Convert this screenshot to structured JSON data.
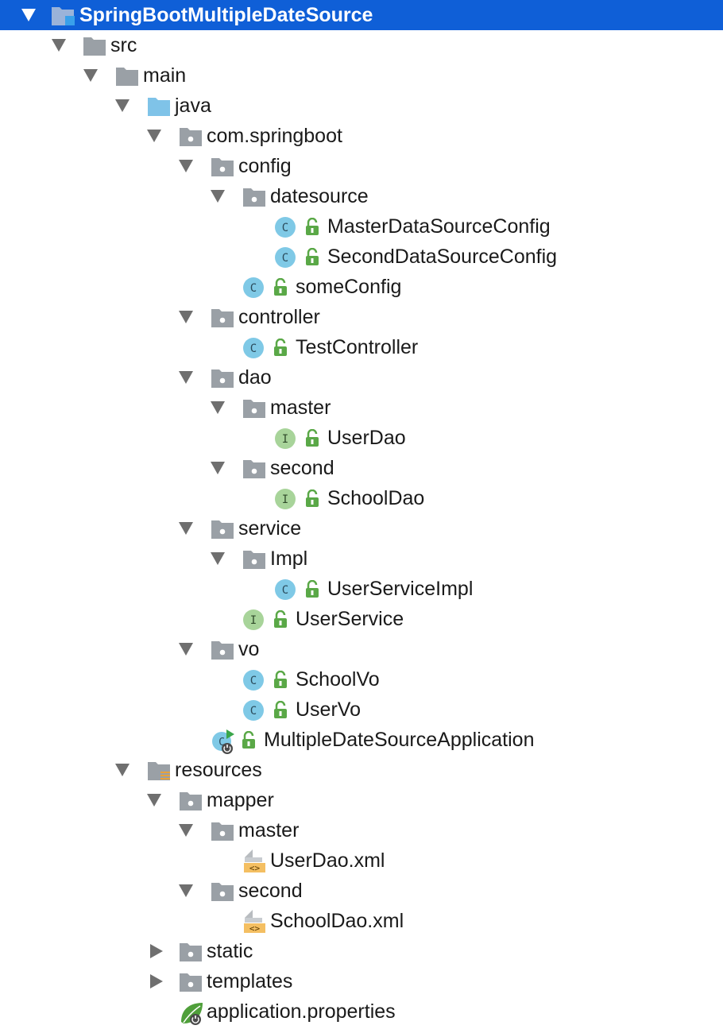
{
  "tree": {
    "root": "SpringBootMultipleDateSource",
    "src": "src",
    "main": "main",
    "java": "java",
    "pkg": "com.springboot",
    "config": "config",
    "datesource": "datesource",
    "master_ds": "MasterDataSourceConfig",
    "second_ds": "SecondDataSourceConfig",
    "some_config": "someConfig",
    "controller": "controller",
    "test_controller": "TestController",
    "dao": "dao",
    "dao_master": "master",
    "user_dao": "UserDao",
    "dao_second": "second",
    "school_dao": "SchoolDao",
    "service": "service",
    "impl": "Impl",
    "user_service_impl": "UserServiceImpl",
    "user_service": "UserService",
    "vo": "vo",
    "school_vo": "SchoolVo",
    "user_vo": "UserVo",
    "app": "MultipleDateSourceApplication",
    "resources": "resources",
    "mapper": "mapper",
    "mapper_master": "master",
    "user_dao_xml": "UserDao.xml",
    "mapper_second": "second",
    "school_dao_xml": "SchoolDao.xml",
    "static": "static",
    "templates": "templates",
    "app_props": "application.properties"
  },
  "icons": {
    "class_letter": "C",
    "interface_letter": "I"
  },
  "colors": {
    "selection": "#0f5fd7",
    "folder": "#9aa0a6",
    "source_folder": "#7fc3e8",
    "class_badge": "#7fc9e6",
    "interface_badge": "#a8d49a",
    "lock": "#5aa847",
    "xml": "#e8a23a",
    "spring_leaf": "#4f9f3a"
  }
}
